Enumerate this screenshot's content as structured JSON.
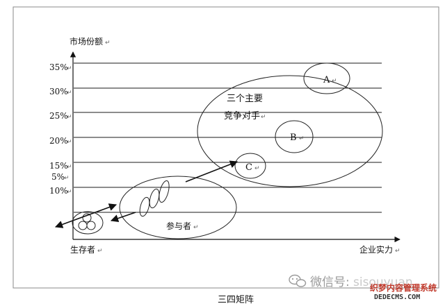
{
  "diagram": {
    "y_axis_title": "市场份额",
    "x_axis_origin_label": "生存者",
    "x_axis_title": "企业实力",
    "caption": "三四矩阵",
    "y_ticks": [
      "35%",
      "30%",
      "25%",
      "20%",
      "15%",
      "5%",
      "10%"
    ],
    "competitors_label_line1": "三个主要",
    "competitors_label_line2": "竞争对手",
    "participants_label": "参与者",
    "nodes": {
      "a": "A",
      "b": "B",
      "c": "C"
    },
    "return_mark": "↵"
  },
  "watermark": {
    "wechat_label": "微信号: ",
    "wechat_id": "sisouyuan",
    "site_name": "织梦内容管理系统",
    "site_url": "DEDECMS.COM"
  }
}
